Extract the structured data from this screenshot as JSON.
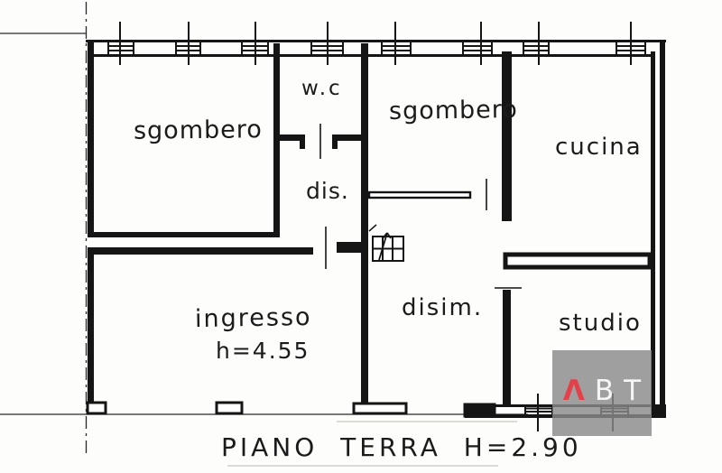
{
  "plan": {
    "title": "PIANO TERRA H=2.90",
    "rooms": {
      "sgombero_left": {
        "label": "sgombero"
      },
      "wc": {
        "label": "w.c"
      },
      "sgombero_center": {
        "label": "sgombero"
      },
      "cucina": {
        "label": "cucina"
      },
      "dis": {
        "label": "dis."
      },
      "disim": {
        "label": "disim."
      },
      "ingresso": {
        "label": "ingresso",
        "height_note": "h=4.55"
      },
      "studio": {
        "label": "studio"
      }
    }
  },
  "watermark": {
    "letter_a": "Λ",
    "letter_b": "B",
    "letter_t": "T",
    "accent_color": "#e4404a",
    "background_color": "#8a8a8a"
  },
  "colors": {
    "ink": "#151515",
    "paper": "#fdfdfb"
  }
}
